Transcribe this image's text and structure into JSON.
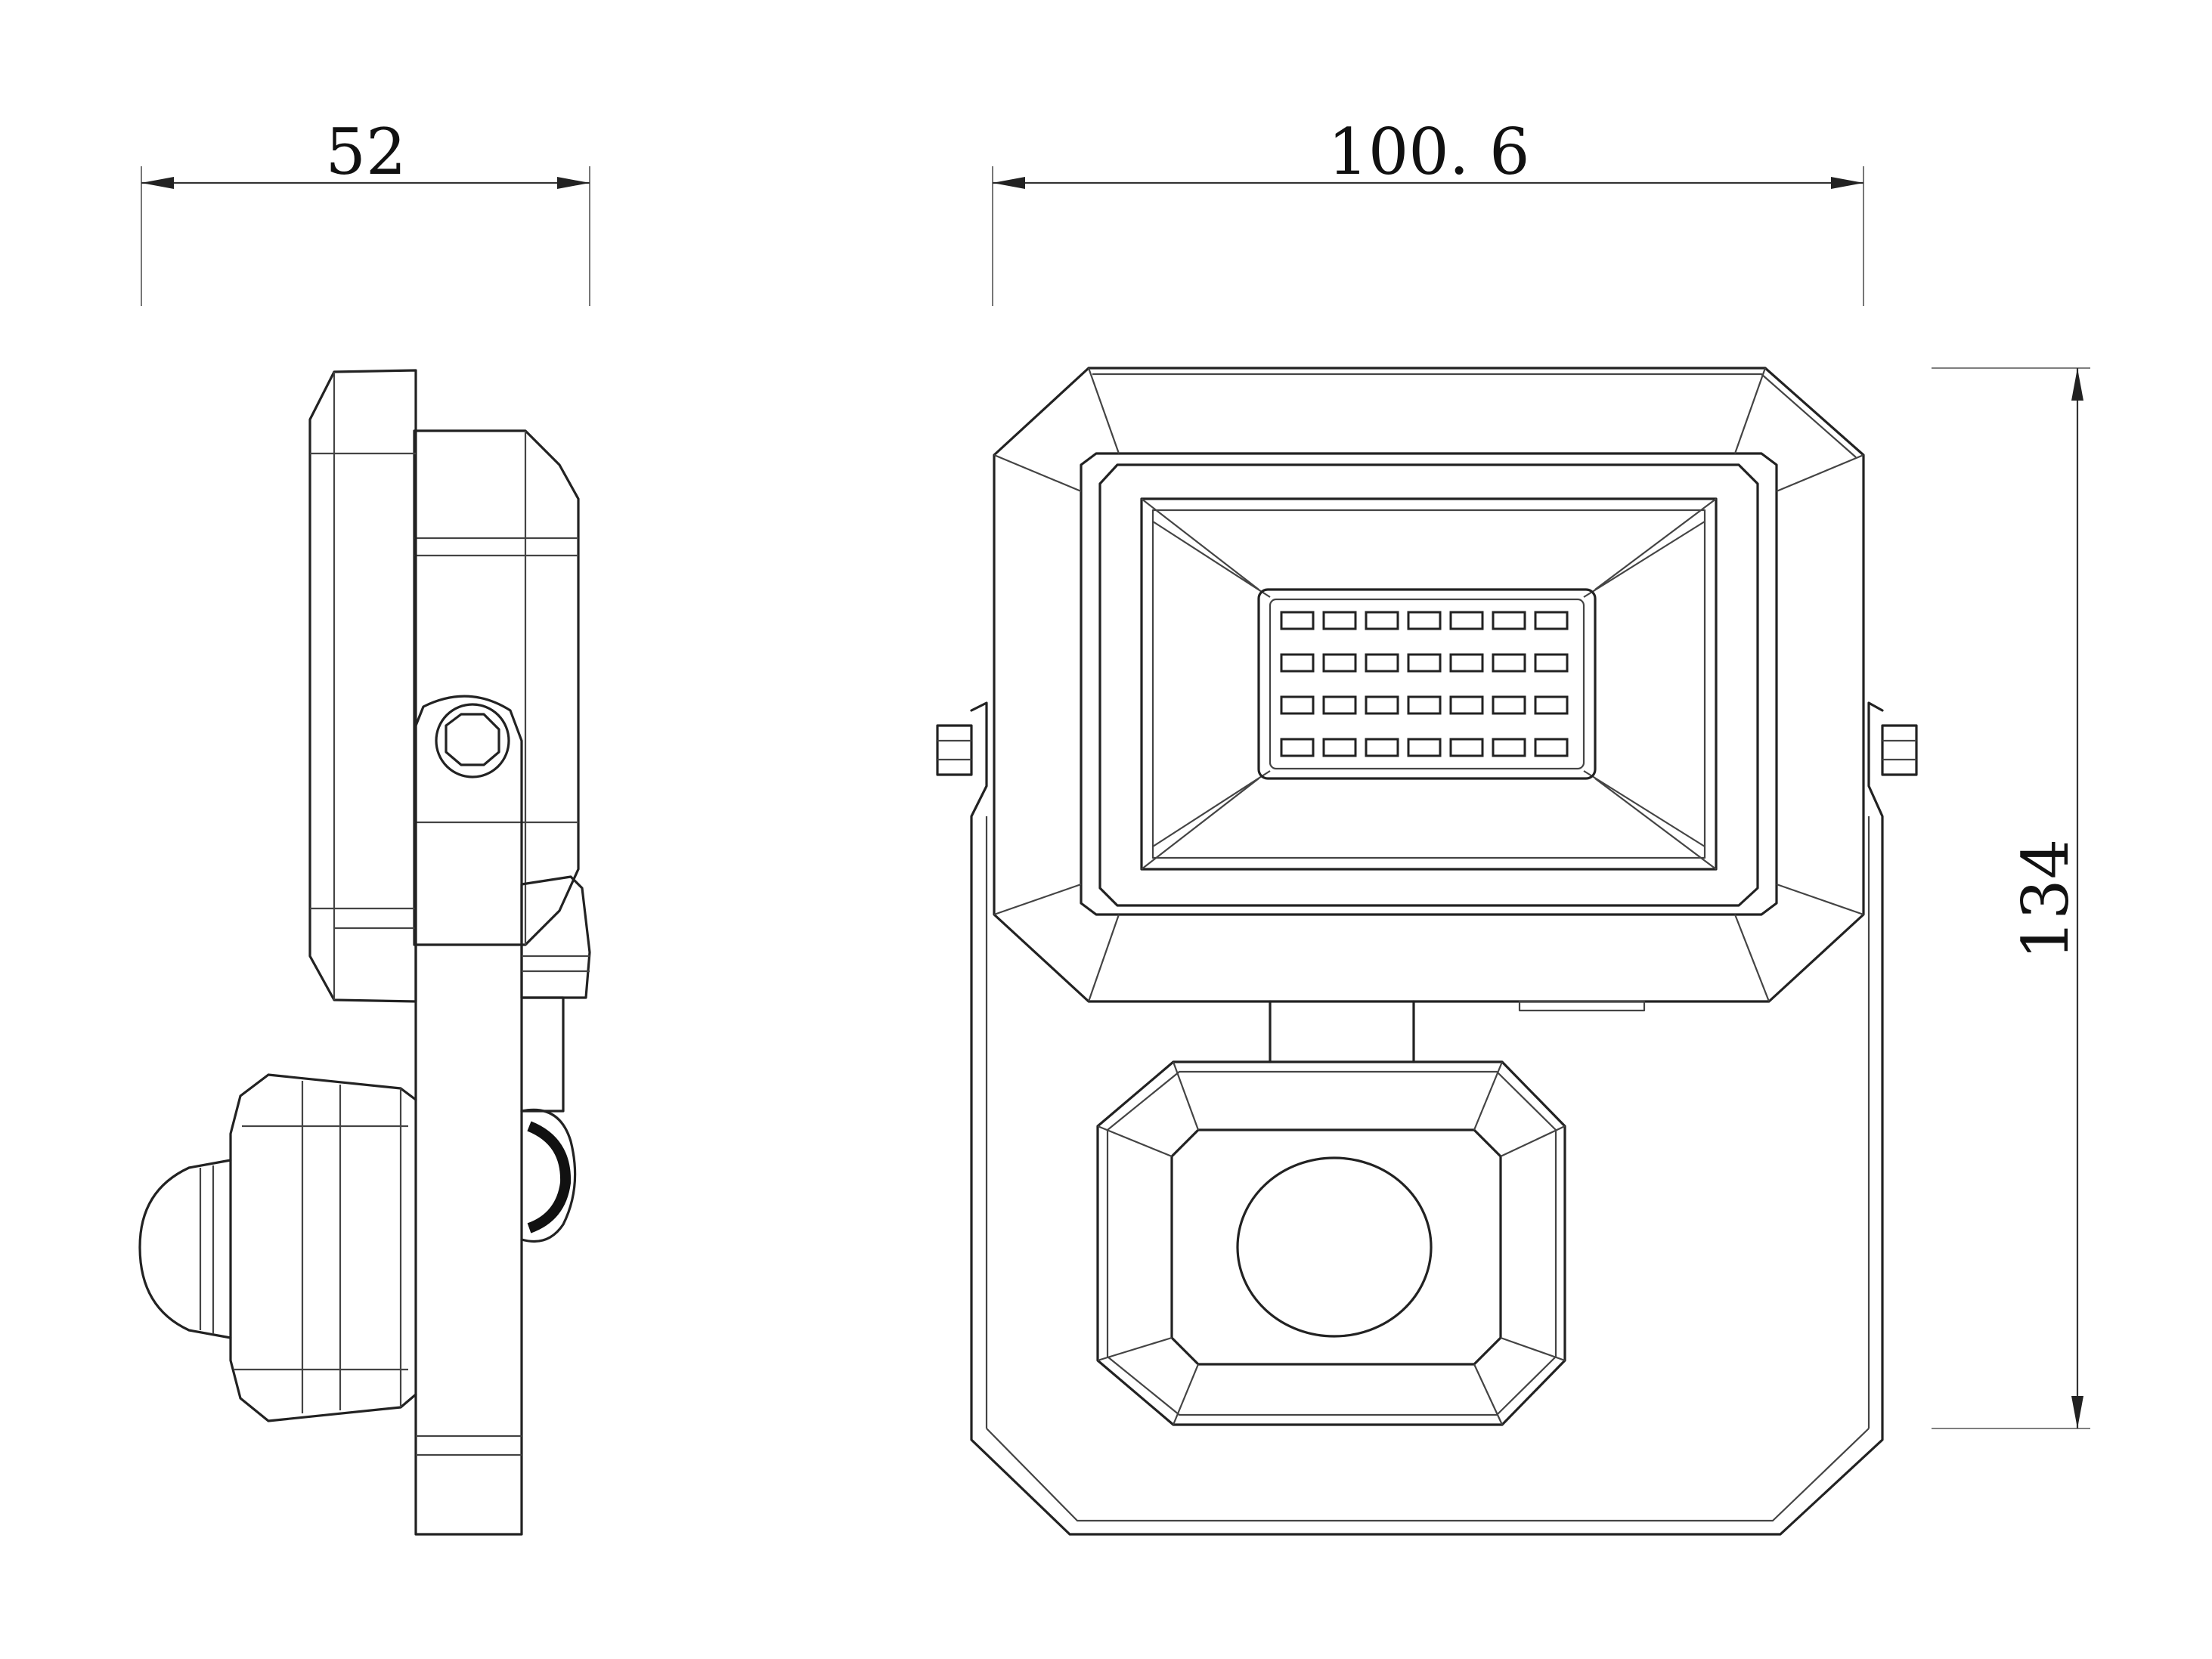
{
  "dimensions": {
    "depth": "52",
    "width": "100. 6",
    "height": "134"
  },
  "views": {
    "side": {
      "has_pir_sensor": true,
      "has_mount_bracket": true
    },
    "front": {
      "led_rows": 4,
      "led_columns": 7,
      "has_pir_sensor": true
    }
  },
  "colors": {
    "line": "#222222",
    "background": "#ffffff"
  }
}
